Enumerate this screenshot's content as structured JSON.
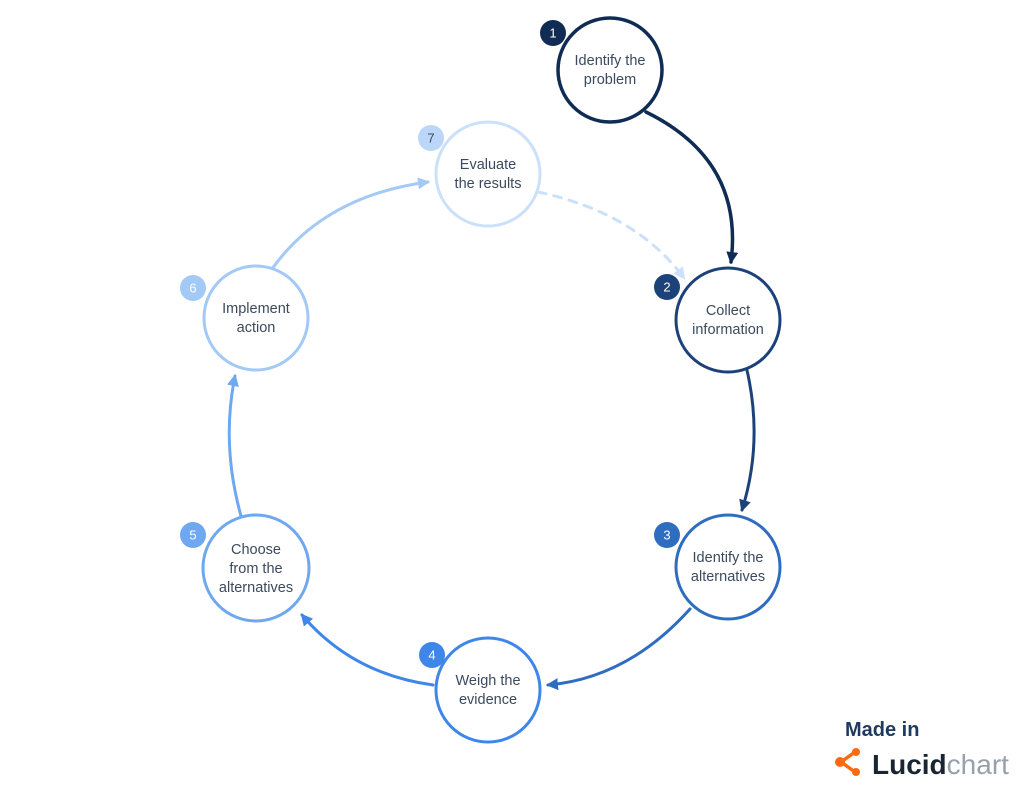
{
  "steps": [
    {
      "number": "1",
      "lines": [
        "Identify the",
        "problem"
      ],
      "color": "#102C54",
      "badge_color": "#102C54",
      "badge_text_color": "#FFFFFF"
    },
    {
      "number": "2",
      "lines": [
        "Collect",
        "information"
      ],
      "color": "#1D4279",
      "badge_color": "#1D4279",
      "badge_text_color": "#FFFFFF"
    },
    {
      "number": "3",
      "lines": [
        "Identify the",
        "alternatives"
      ],
      "color": "#2E6DC0",
      "badge_color": "#2E6DC0",
      "badge_text_color": "#FFFFFF"
    },
    {
      "number": "4",
      "lines": [
        "Weigh the",
        "evidence"
      ],
      "color": "#3E86EA",
      "badge_color": "#3E86EA",
      "badge_text_color": "#FFFFFF"
    },
    {
      "number": "5",
      "lines": [
        "Choose",
        "from the",
        "alternatives"
      ],
      "color": "#6FA8F0",
      "badge_color": "#6FA8F0",
      "badge_text_color": "#FFFFFF"
    },
    {
      "number": "6",
      "lines": [
        "Implement",
        "action"
      ],
      "color": "#A3C9F6",
      "badge_color": "#A3C9F6",
      "badge_text_color": "#FFFFFF"
    },
    {
      "number": "7",
      "lines": [
        "Evaluate",
        "the results"
      ],
      "color": "#CBE0FA",
      "badge_color": "#BBD6F8",
      "badge_text_color": "#3B4A5F"
    }
  ],
  "footer": {
    "made_in": "Made in",
    "brand_bold": "Lucid",
    "brand_light": "chart"
  },
  "brand": {
    "orange": "#F96B13",
    "navy": "#1E3A5F",
    "wordmark_dark": "#1A2533",
    "wordmark_gray": "#97A0AB"
  },
  "text_color": "#3B4A5F"
}
